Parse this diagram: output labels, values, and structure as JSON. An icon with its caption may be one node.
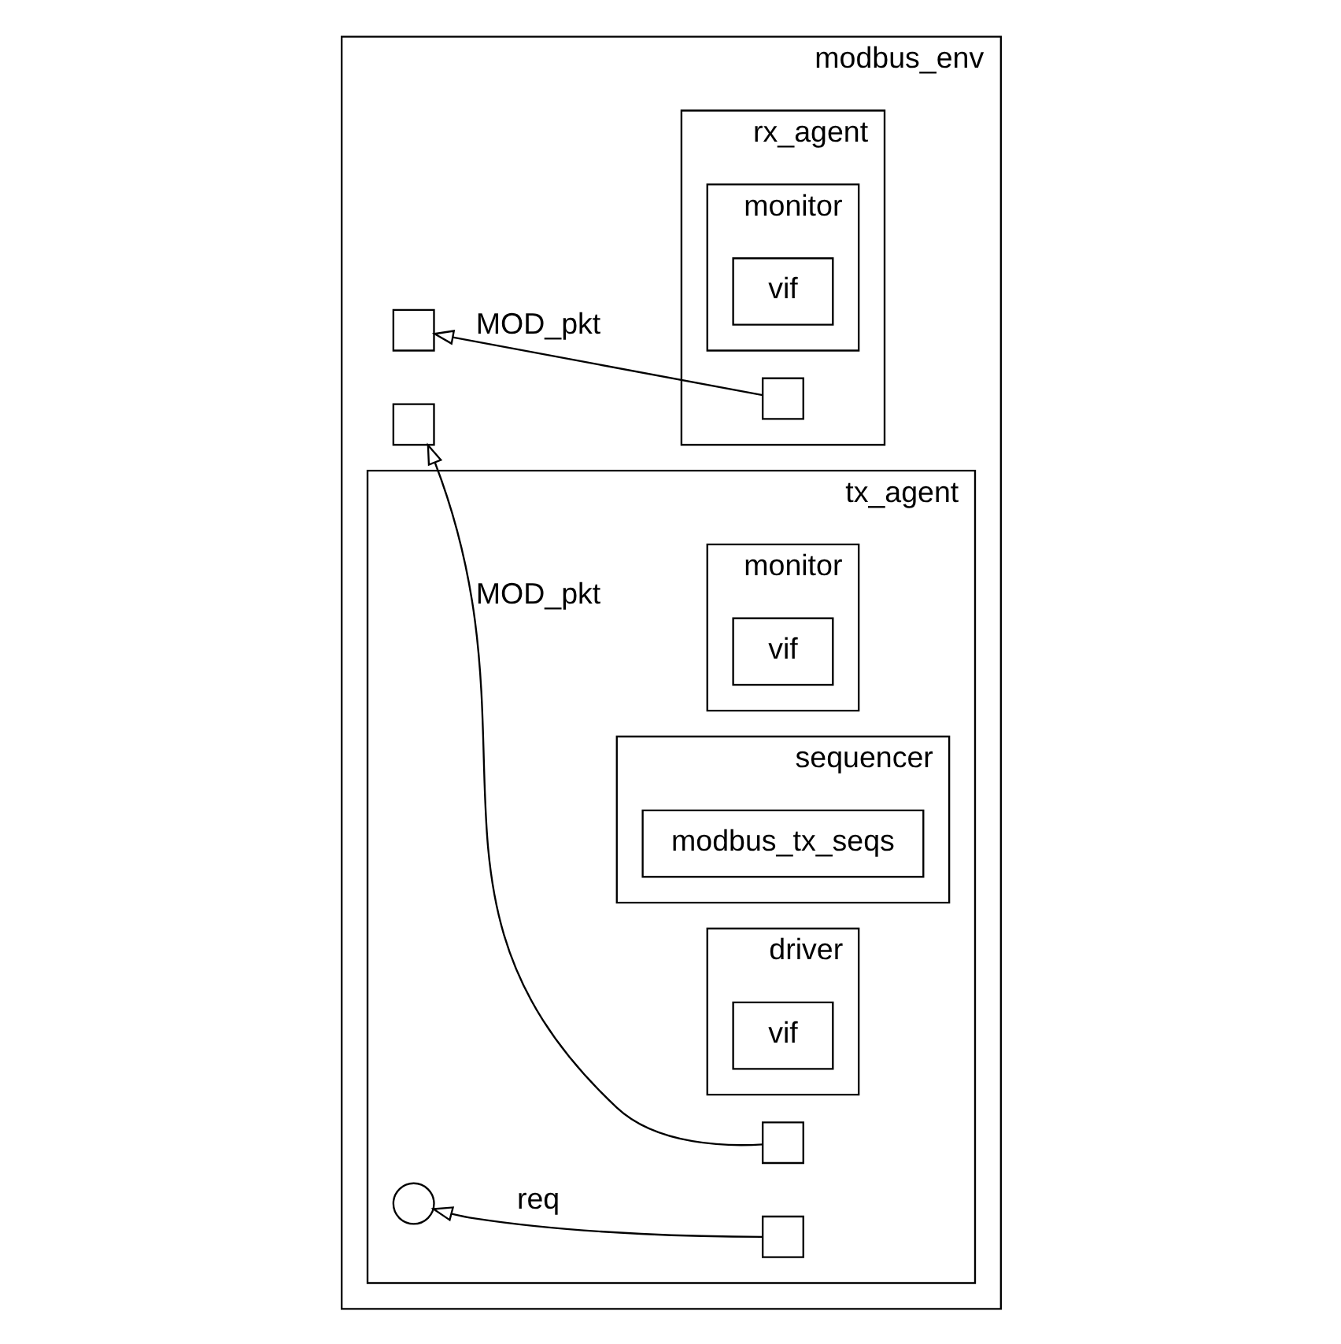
{
  "diagram": {
    "nodes": [
      {
        "text": [
          "modbus_env"
        ]
      },
      {
        "text": [
          "rx_agent"
        ],
        "in": 0
      },
      {
        "text": [],
        "shape": "box",
        "in": 0
      },
      {
        "text": [
          "monitor"
        ],
        "in": 1
      },
      {
        "text": [
          "vif"
        ],
        "in": 3
      },
      {
        "text": [],
        "shape": "box",
        "in": 1
      },
      {
        "text": [
          "tx_agent"
        ],
        "in": 0
      },
      {
        "text": [],
        "shape": "box",
        "in": 0
      },
      {
        "text": [
          "monitor"
        ],
        "in": 6
      },
      {
        "text": [
          "vif"
        ],
        "in": 8
      },
      {
        "text": [],
        "shape": "box",
        "in": 6
      },
      {
        "text": [
          "sequencer"
        ],
        "in": 6
      },
      {
        "text": [
          "modbus_tx_seqs"
        ],
        "in": 11
      },
      {
        "text": [],
        "shape": "circle",
        "in": 6
      },
      {
        "text": [
          "driver"
        ],
        "in": 6
      },
      {
        "text": [
          "vif"
        ],
        "in": 14
      },
      {
        "text": [],
        "shape": "box",
        "in": 6
      }
    ],
    "edges": [
      {
        "from": 5,
        "to": 2,
        "arrow": "to",
        "label": "MOD_pkt"
      },
      {
        "from": 10,
        "to": 7,
        "arrow": "to",
        "label": "MOD_pkt"
      },
      {
        "from": 16,
        "to": 13,
        "arrow": "to",
        "label": "req"
      }
    ]
  }
}
